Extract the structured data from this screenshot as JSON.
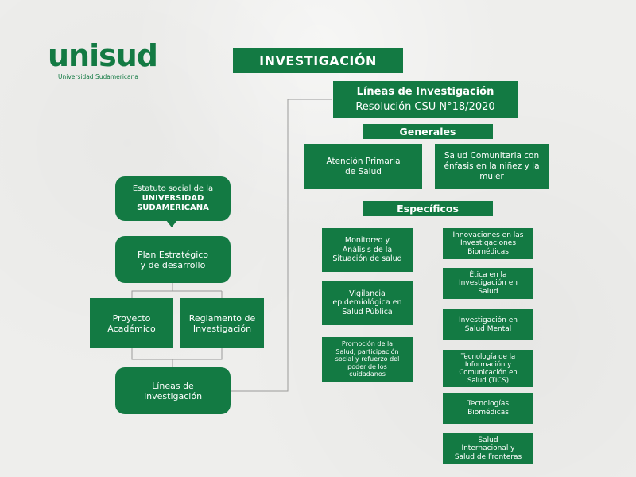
{
  "logo": {
    "word": "unisud",
    "subtitle": "Universidad Sudamericana"
  },
  "title": "INVESTIGACIÓN",
  "lineas_header": {
    "line1": "Líneas de Investigación",
    "line2": "Resolución CSU N°18/2020"
  },
  "generales": {
    "label": "Generales",
    "items": [
      "Atención Primaria\nde Salud",
      "Salud Comunitaria con\nénfasis en la niñez y la\nmujer"
    ]
  },
  "especificos": {
    "label": "Específicos",
    "left": [
      "Monitoreo y\nAnálisis de la\nSituación de salud",
      "Vigilancia\nepidemiológica en\nSalud Pública",
      "Promoción de la\nSalud, participación\nsocial y refuerzo del\npoder de los\ncuidadanos"
    ],
    "right": [
      "Innovaciones en las\nInvestigaciones\nBiomédicas",
      "Ética en la\nInvestigación en\nSalud",
      "Investigación en\nSalud Mental",
      "Tecnología de la\nInformación y\nComunicación en\nSalud (TICS)",
      "Tecnologías\nBiomédicas",
      "Salud\nInternacional y\nSalud de Fronteras"
    ]
  },
  "estatuto": {
    "intro": "Estatuto social de la",
    "name": "UNIVERSIDAD\nSUDAMERICANA"
  },
  "plan": "Plan Estratégico\ny de desarrollo",
  "proyecto": "Proyecto\nAcadémico",
  "reglamento": "Reglamento de\nInvestigación",
  "lineas_bottom": "Líneas de\nInvestigación"
}
